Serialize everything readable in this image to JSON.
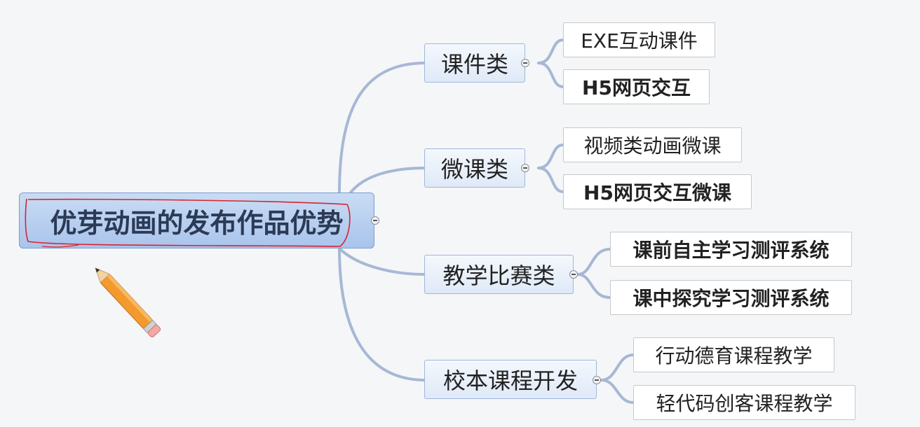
{
  "mindmap": {
    "central": "优芽动画的发布作品优势",
    "branches": [
      {
        "label": "课件类",
        "children": [
          {
            "label": "EXE互动课件",
            "bold": false
          },
          {
            "label": "H5网页交互",
            "bold": true
          }
        ]
      },
      {
        "label": "微课类",
        "children": [
          {
            "label": "视频类动画微课",
            "bold": false
          },
          {
            "label": "H5网页交互微课",
            "bold": true
          }
        ]
      },
      {
        "label": "教学比赛类",
        "children": [
          {
            "label": "课前自主学习测评系统",
            "bold": true
          },
          {
            "label": "课中探究学习测评系统",
            "bold": true
          }
        ]
      },
      {
        "label": "校本课程开发",
        "children": [
          {
            "label": "行动德育课程教学",
            "bold": false
          },
          {
            "label": "轻代码创客课程教学",
            "bold": false
          }
        ]
      }
    ]
  },
  "colors": {
    "connector": "#a7b7d6",
    "annotation_ink": "#d9232e",
    "pencil_body": "#f29a2e"
  },
  "icons": [
    "collapse-icon",
    "pencil-icon"
  ]
}
